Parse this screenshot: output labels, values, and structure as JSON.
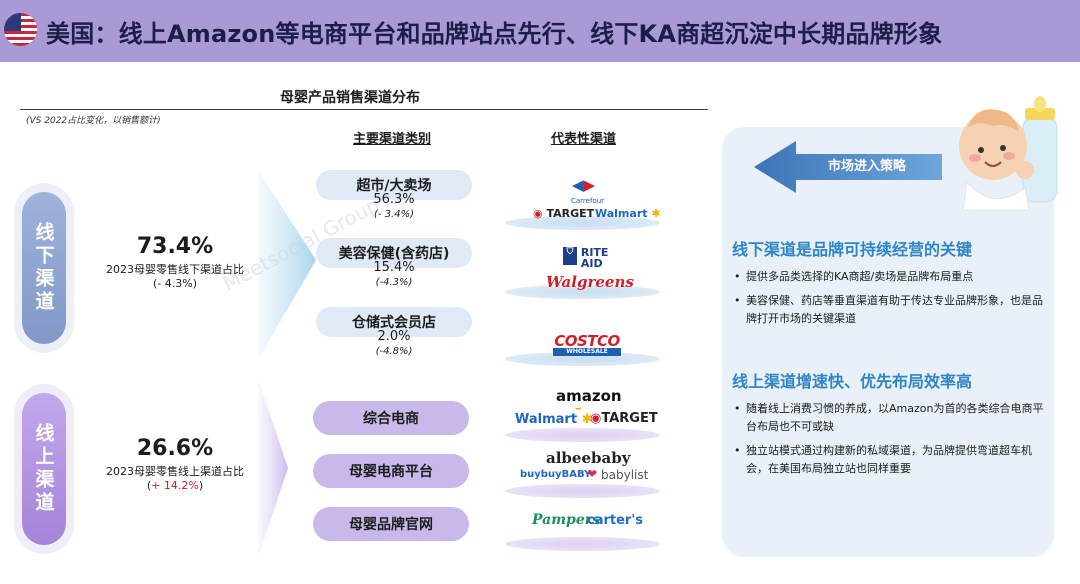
{
  "header": {
    "title": "美国：线上Amazon等电商平台和品牌站点先行、线下KA商超沉淀中长期品牌形象",
    "flag_icon": "us-flag-icon"
  },
  "left": {
    "chart_title": "母婴产品销售渠道分布",
    "note": "(VS 2022占比变化，以销售额计)",
    "col_channel_type": "主要渠道类别",
    "col_representative": "代表性渠道",
    "offline": {
      "label": "线下渠道",
      "share": "73.4%",
      "caption": "2023母婴零售线下渠道占比",
      "change": "(- 4.3%)"
    },
    "online": {
      "label": "线上渠道",
      "share": "26.6%",
      "caption": "2023母婴零售线上渠道占比",
      "change_prefix": "(",
      "change_value": "+ 14.2%",
      "change_suffix": ")"
    },
    "offline_channels": [
      {
        "name": "超市/大卖场",
        "share": "56.3%",
        "change": "(- 3.4%)"
      },
      {
        "name": "美容保健(含药店)",
        "share": "15.4%",
        "change": "(-4.3%)"
      },
      {
        "name": "仓储式会员店",
        "share": "2.0%",
        "change": "(-4.8%)"
      }
    ],
    "online_channels": [
      {
        "name": "综合电商"
      },
      {
        "name": "母婴电商平台"
      },
      {
        "name": "母婴品牌官网"
      }
    ],
    "logos": {
      "carrefour": "Carrefour",
      "target": "TARGET",
      "walmart": "Walmart",
      "rite_aid_1": "RITE",
      "rite_aid_2": "AID",
      "walgreens": "Walgreens",
      "costco": "COSTCO",
      "costco_sub": "WHOLESALE",
      "amazon": "amazon",
      "walmart2": "Walmart",
      "target2": "TARGET",
      "albeebaby": "albeebaby",
      "buybuybaby": "buybuyBABY",
      "babylist": "babylist",
      "pampers": "Pampers",
      "carters": "carter's"
    },
    "watermark": "Meetsocial Group"
  },
  "right": {
    "arrow_label": "市场进入策略",
    "section1_title": "线下渠道是品牌可持续经营的关键",
    "section1_bullets": [
      "提供多品类选择的KA商超/卖场是品牌布局重点",
      "美容保健、药店等垂直渠道有助于传达专业品牌形象，也是品牌打开市场的关键渠道"
    ],
    "section2_title": "线上渠道增速快、优先布局效率高",
    "section2_bullets": [
      "随着线上消费习惯的养成，以Amazon为首的各类综合电商平台布局也不可或缺",
      "独立站模式通过构建新的私域渠道，为品牌提供弯道超车机会，在美国布局独立站也同样重要"
    ]
  },
  "colors": {
    "header_bg": "#a99ad6",
    "offline_accent": "#8fa6d0",
    "online_accent": "#b49ae0",
    "section_title": "#2f86c7",
    "positive_change": "#d0202a"
  }
}
